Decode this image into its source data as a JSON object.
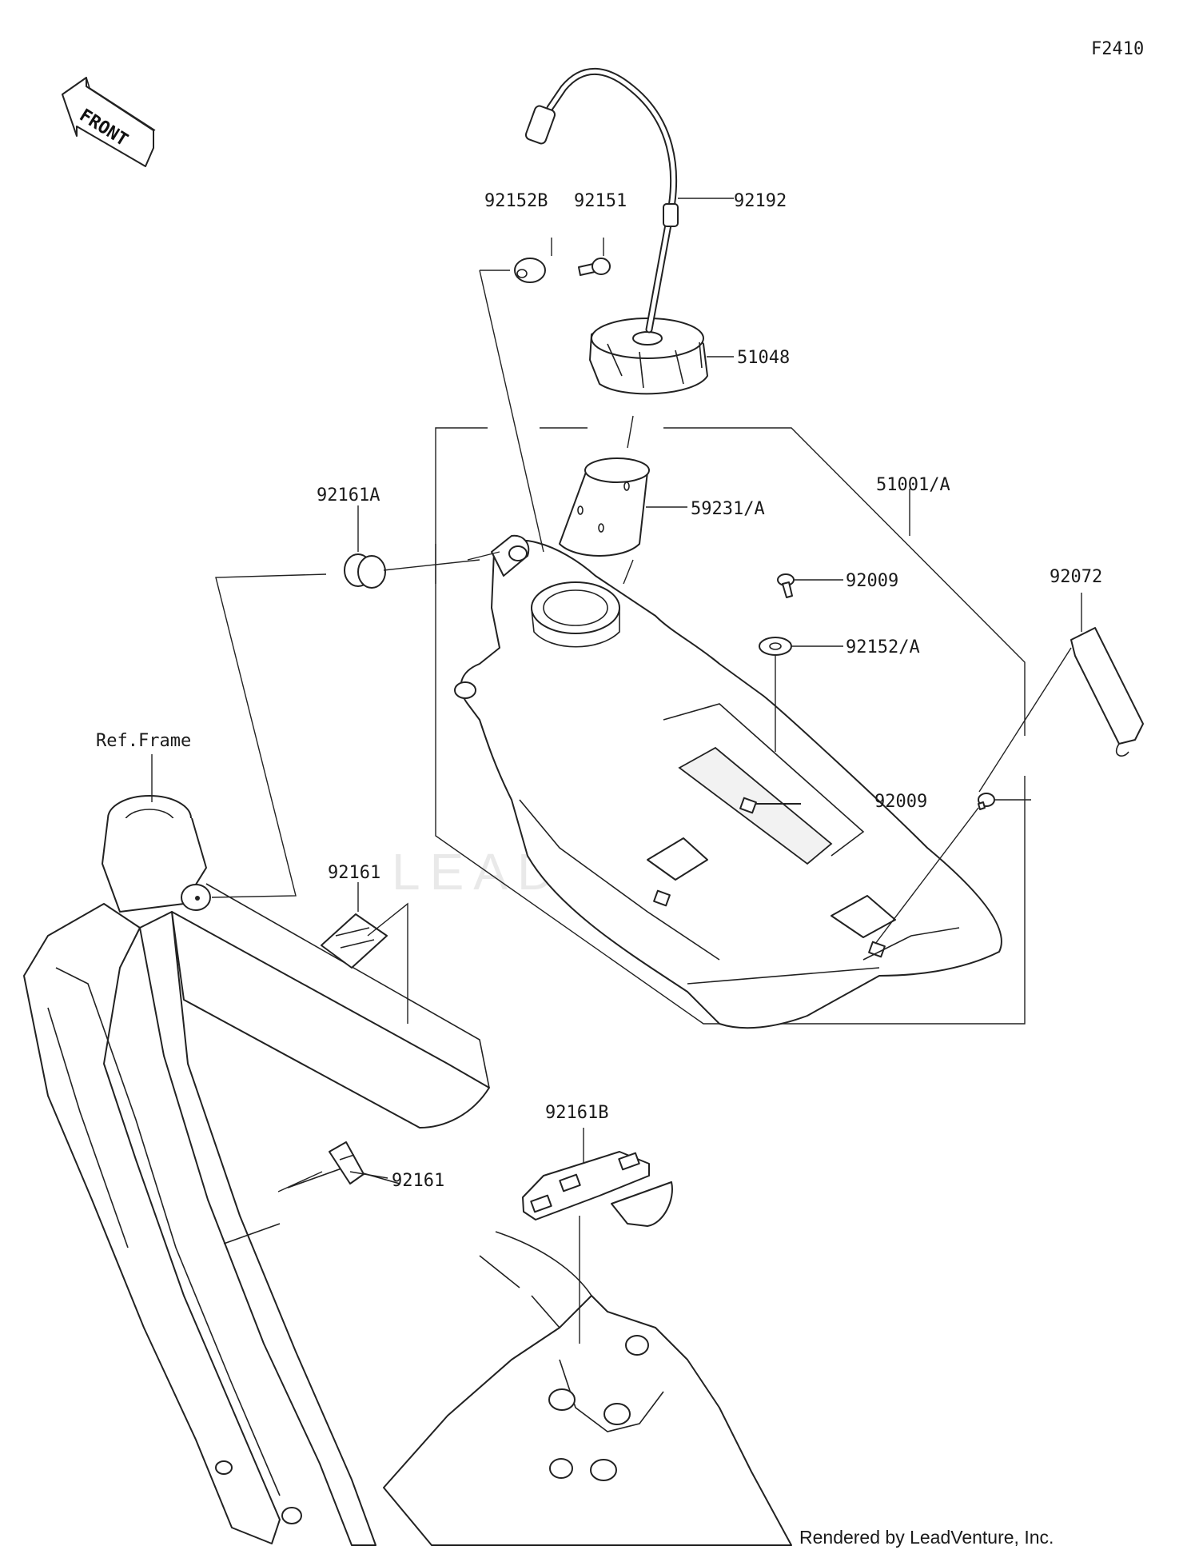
{
  "diagram_code": "F2410",
  "front_arrow_label": "FRONT",
  "reference_label": "Ref.Frame",
  "watermark": "LEADVENTURE",
  "credit": "Rendered by LeadVenture, Inc.",
  "part_labels": {
    "p92152B": "92152B",
    "p92151": "92151",
    "p92192": "92192",
    "p51048": "51048",
    "p59231A": "59231/A",
    "p51001A": "51001/A",
    "p92161A": "92161A",
    "p92009_top": "92009",
    "p92152A": "92152/A",
    "p92072": "92072",
    "p92009_side": "92009",
    "p92161_upper": "92161",
    "p92161_lower": "92161",
    "p92161B": "92161B"
  }
}
